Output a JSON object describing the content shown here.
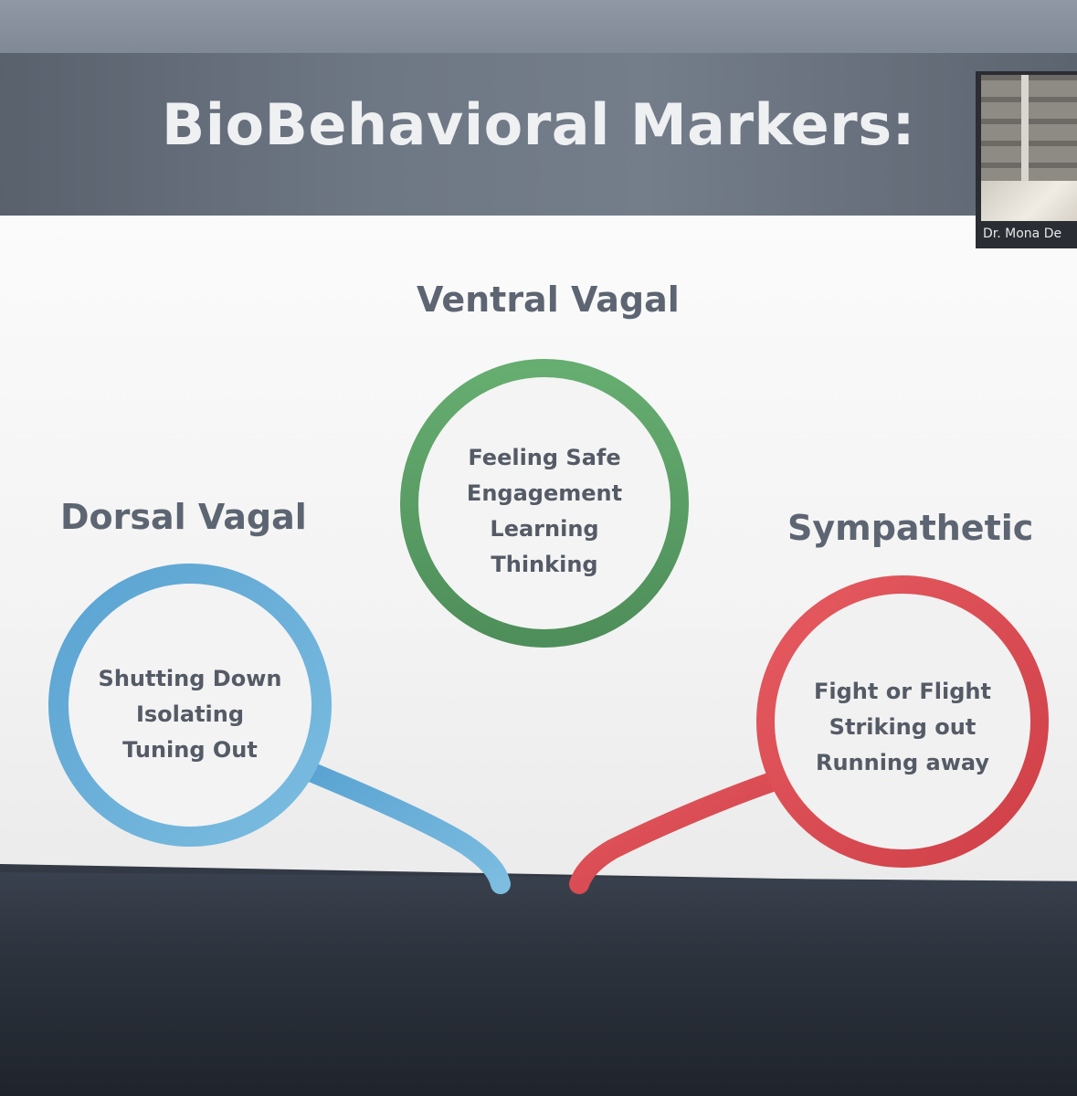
{
  "slide": {
    "title": "BioBehavioral Markers:"
  },
  "nodes": {
    "ventral": {
      "label": "Ventral Vagal",
      "lines": [
        "Feeling Safe",
        "Engagement",
        "Learning",
        "Thinking"
      ],
      "color": "#5fa36a"
    },
    "dorsal": {
      "label": "Dorsal Vagal",
      "lines": [
        "Shutting Down",
        "Isolating",
        "Tuning Out"
      ],
      "color": "#5aa6d6"
    },
    "sympathetic": {
      "label": "Sympathetic",
      "lines": [
        "Fight or Flight",
        "Striking out",
        "Running away"
      ],
      "color": "#e2545a"
    }
  },
  "video_call": {
    "presenter_name": "Dr. Mona De"
  }
}
